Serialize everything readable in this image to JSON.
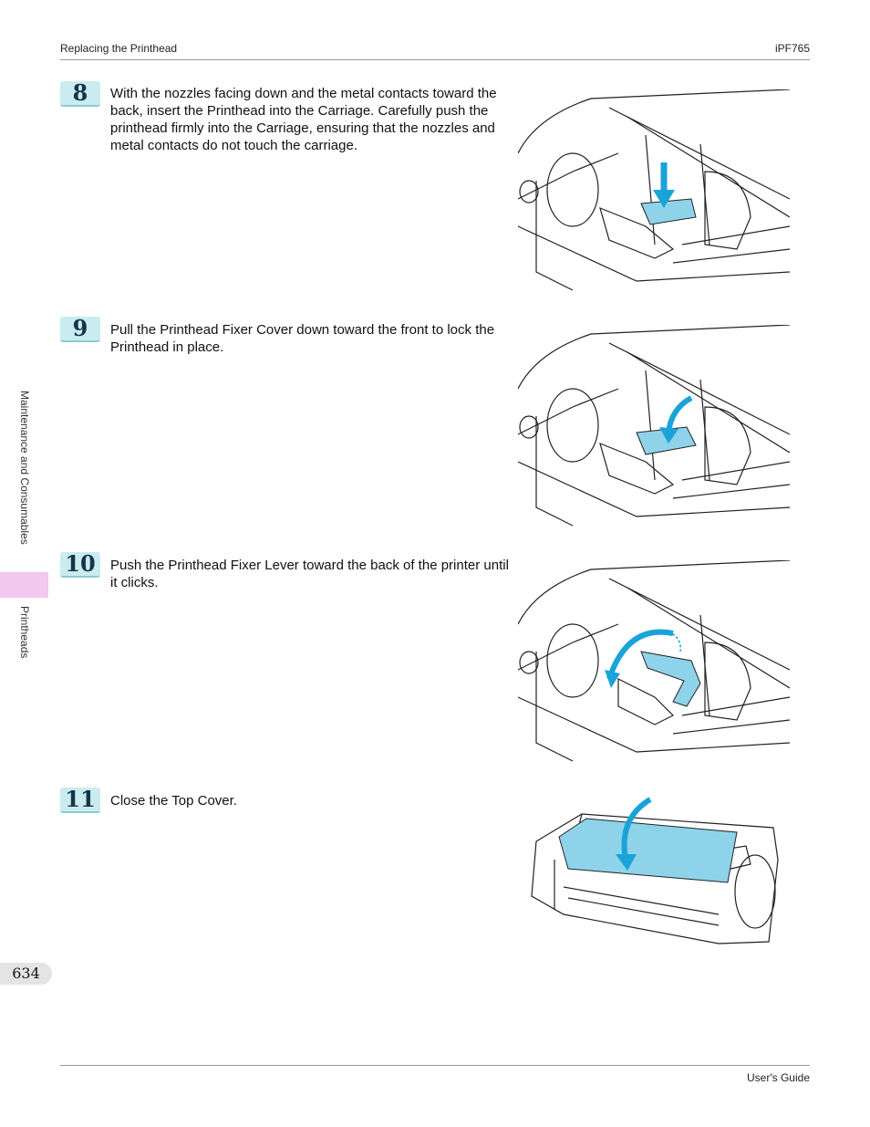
{
  "header": {
    "left": "Replacing the Printhead",
    "right": "iPF765"
  },
  "side_tabs": {
    "section": "Maintenance and Consumables",
    "subsection": "Printheads"
  },
  "steps": [
    {
      "num": "8",
      "text": "With the nozzles facing down and the metal contacts toward the back, insert the Printhead into the Carriage. Carefully push the printhead firmly into the Carriage, ensuring that the nozzles and metal contacts do not touch the carriage."
    },
    {
      "num": "9",
      "text": "Pull the Printhead Fixer Cover down toward the front to lock the Printhead in place."
    },
    {
      "num": "10",
      "text": "Push the Printhead Fixer Lever toward the back of the printer until it clicks."
    },
    {
      "num": "11",
      "text": "Close the Top Cover."
    }
  ],
  "page_number": "634",
  "footer": {
    "right": "User's Guide"
  },
  "colors": {
    "accent_blue": "#8ed3ea",
    "arrow_blue": "#1aa3d8",
    "step_badge": "#c9ecf0",
    "side_tab": "#f2c8ef"
  }
}
